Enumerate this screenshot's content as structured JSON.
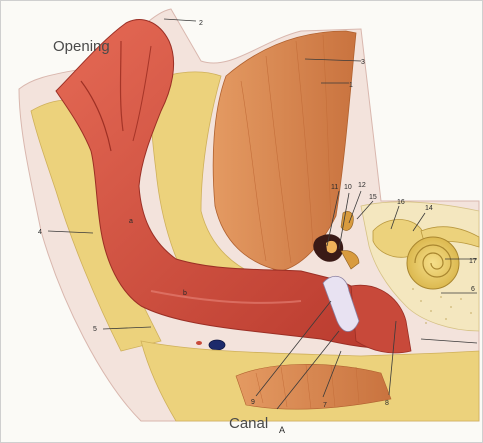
{
  "labels": {
    "opening": "Opening",
    "canal": "Canal",
    "figure_letter": "A",
    "n1": "1",
    "n2": "2",
    "n3": "3",
    "n4": "4",
    "n5": "5",
    "n6": "6",
    "n7": "7",
    "n8": "8",
    "n9": "9",
    "n10": "10",
    "n11": "11",
    "n12": "12",
    "n14": "14",
    "n15": "15",
    "n16": "16",
    "n17": "17"
  },
  "colors": {
    "canal_red": "#c8493a",
    "tissue_yellow": "#e9cf73",
    "muscle_orange": "#d98a52",
    "skin_pink": "#eecfc6"
  }
}
